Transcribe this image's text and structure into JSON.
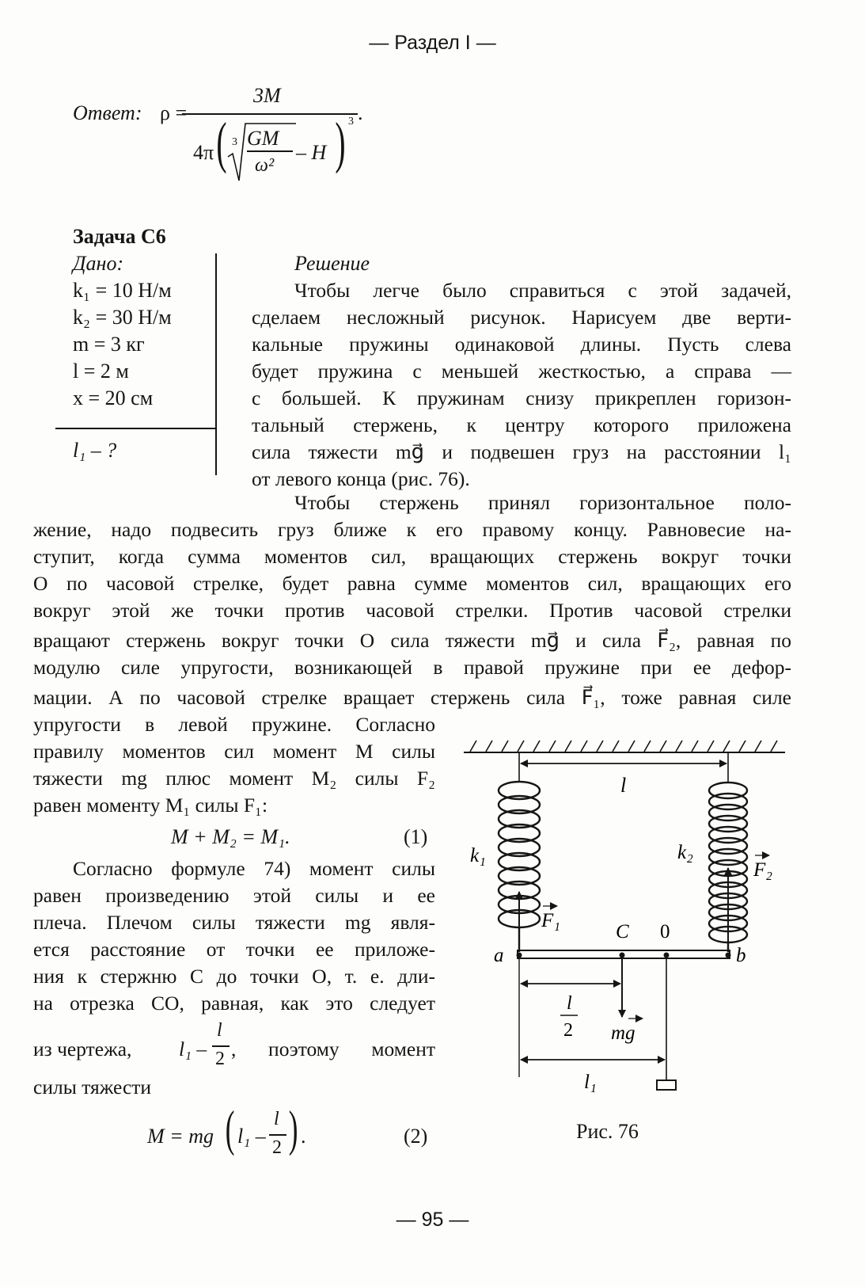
{
  "header": {
    "section": "— Раздел I —"
  },
  "answer": {
    "label": "Ответ:",
    "rho": "ρ =",
    "numerator": "3M",
    "four_pi": "4π",
    "root_index": "3",
    "gm": "GM",
    "omega_sq": "ω²",
    "minus_h": "– H",
    "power": "3",
    "dot": "."
  },
  "problem": {
    "title": "Задача С6",
    "given_label": "Дано:",
    "given": [
      "k₁ = 10 Н/м",
      "k₂ = 30 Н/м",
      "m = 3 кг",
      "l = 2 м",
      "x = 20 см"
    ],
    "find": "l₁ – ?"
  },
  "solution": {
    "heading": "Решение",
    "right_lines": [
      "Чтобы легче было справиться с этой задачей,",
      "сделаем несложный рисунок. Нарисуем две верти-",
      "кальные пружины одинаковой длины. Пусть слева",
      "будет пружина с меньшей жесткостью, а справа —",
      "с большей. К пружинам снизу прикреплен горизон-",
      "тальный стержень, к центру которого приложена",
      "сила тяжести mg⃗ и подвешен груз на расстоянии l₁",
      "от левого конца (рис. 76)."
    ],
    "full_lines": [
      "Чтобы стержень принял горизонтальное поло-",
      "жение, надо подвесить груз ближе к его правому концу. Равновесие на-",
      "ступит, когда сумма моментов сил, вращающих стержень вокруг точки",
      "O по часовой стрелке, будет равна сумме моментов сил, вращающих его",
      "вокруг этой же точки против часовой стрелки. Против часовой стрелки",
      "вращают стержень вокруг точки O сила тяжести mg⃗ и сила F⃗₂, равная по",
      "модулю силе упругости, возникающей в правой пружине при ее дефор-",
      "мации. А по часовой стрелке вращает стержень сила F⃗₁, тоже равная силе"
    ],
    "left_lines_a": [
      "упругости в левой пружине. Согласно",
      "правилу моментов сил момент M силы",
      "тяжести mg плюс момент M₂ силы F₂",
      "равен моменту M₁ силы F₁:"
    ],
    "eq1": "M + M₂ = M₁.",
    "eq1_num": "(1)",
    "left_lines_b": [
      "Согласно формуле 74) момент силы",
      "равен произведению этой силы и ее",
      "плеча. Плечом силы тяжести mg явля-",
      "ется расстояние от точки ее приложе-",
      "ния к стержню C до точки O, т. е. дли-",
      "на отрезка CO, равная, как это следует"
    ],
    "drawing_pre": "из чертежа,",
    "drawing_l1": "l₁ –",
    "frac_num": "l",
    "frac_den": "2",
    "drawing_post": ", поэтому момент",
    "gravity_line": "силы тяжести",
    "eq2_lhs": "M = mg",
    "eq2_l1": "l₁ –",
    "eq2_post": ".",
    "eq2_num": "(2)"
  },
  "figure": {
    "caption": "Рис. 76",
    "labels": {
      "l": "l",
      "k1": "k₁",
      "k2": "k₂",
      "F1": "F₁",
      "F2": "F₂",
      "C": "C",
      "O": "0",
      "a": "a",
      "b": "b",
      "half_num": "l",
      "half_den": "2",
      "mg": "mg",
      "l1": "l₁"
    }
  },
  "footer": {
    "page_number": "— 95 —"
  }
}
